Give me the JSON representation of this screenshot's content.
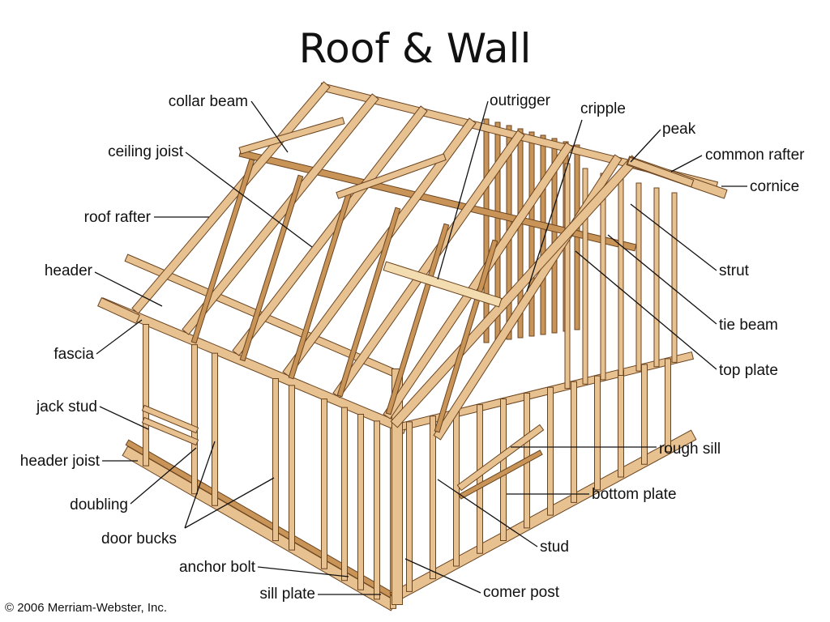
{
  "title": "Roof & Wall",
  "copyright": "© 2006 Merriam-Webster, Inc.",
  "colors": {
    "wood": "#e8c190",
    "wood_dark": "#c89458",
    "stroke": "#6b4420",
    "leader": "#111111"
  },
  "labels": {
    "collar_beam": "collar beam",
    "ceiling_joist": "ceiling joist",
    "roof_rafter": "roof rafter",
    "header": "header",
    "fascia": "fascia",
    "jack_stud": "jack stud",
    "header_joist": "header joist",
    "doubling": "doubling",
    "door_bucks": "door bucks",
    "anchor_bolt": "anchor bolt",
    "sill_plate": "sill plate",
    "outrigger": "outrigger",
    "cripple": "cripple",
    "peak": "peak",
    "common_rafter": "common rafter",
    "cornice": "cornice",
    "strut": "strut",
    "tie_beam": "tie beam",
    "top_plate": "top plate",
    "rough_sill": "rough sill",
    "bottom_plate": "bottom plate",
    "stud": "stud",
    "corner_post": "comer post"
  }
}
